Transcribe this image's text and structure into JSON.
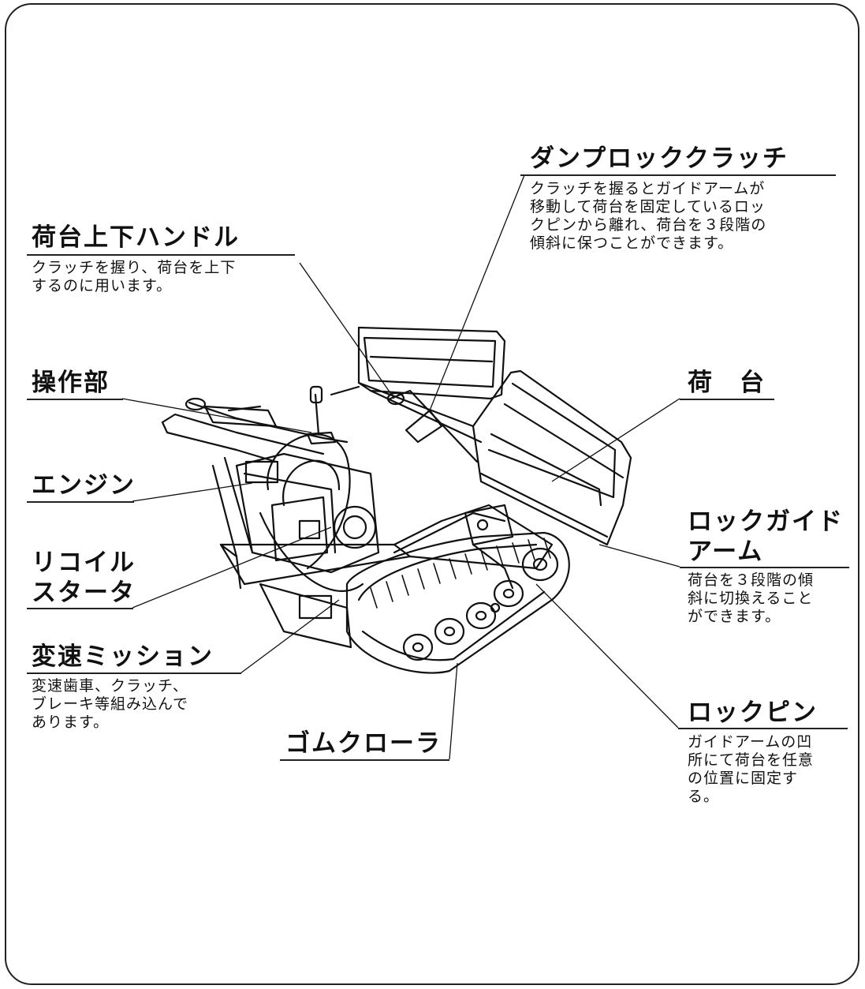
{
  "labels": {
    "dump_lock_clutch": {
      "title": "ダンプロッククラッチ",
      "desc": [
        "クラッチを握るとガイドアームが",
        "移動して荷台を固定しているロッ",
        "クピンから離れ、荷台を３段階の",
        "傾斜に保つことができます。"
      ]
    },
    "bed_lift_handle": {
      "title": "荷台上下ハンドル",
      "desc": [
        "クラッチを握り、荷台を上下",
        "するのに用います。"
      ]
    },
    "controls": {
      "title": "操作部"
    },
    "bed": {
      "title": "荷　台"
    },
    "engine": {
      "title": "エンジン"
    },
    "lock_guide_arm": {
      "title": [
        "ロックガイド",
        "アーム"
      ],
      "desc": [
        "荷台を３段階の傾",
        "斜に切換えること",
        "ができます。"
      ]
    },
    "recoil_starter": {
      "title": [
        "リコイル",
        "スタータ"
      ]
    },
    "transmission": {
      "title": "変速ミッション",
      "desc": [
        "変速歯車、クラッチ、",
        "ブレーキ等組み込んで",
        "あります。"
      ]
    },
    "lock_pin": {
      "title": "ロックピン",
      "desc": [
        "ガイドアームの凹",
        "所にて荷台を任意",
        "の位置に固定す",
        "る。"
      ]
    },
    "rubber_crawler": {
      "title": "ゴムクローラ"
    }
  }
}
